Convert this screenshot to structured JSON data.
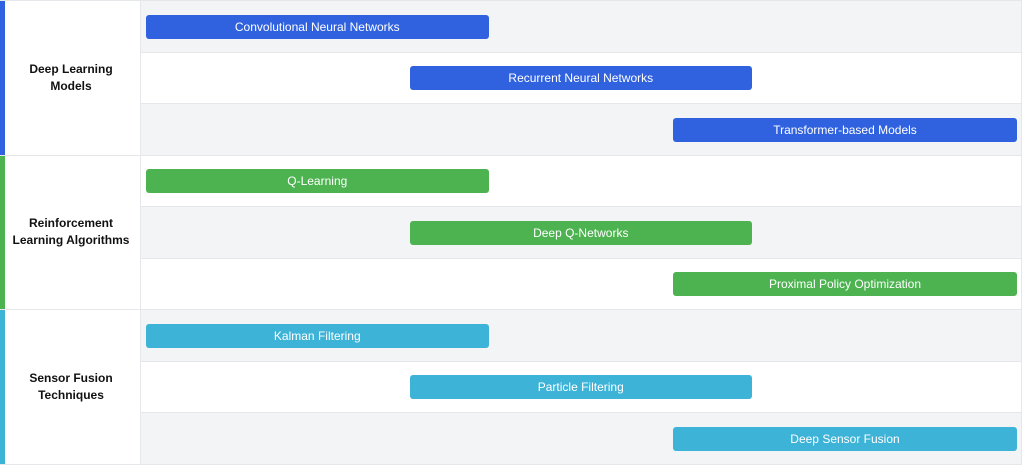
{
  "chart_data": {
    "type": "gantt",
    "x_range": [
      0,
      3
    ],
    "groups": [
      {
        "name": "Deep Learning Models",
        "color": "#3062e0",
        "tasks": [
          {
            "label": "Convolutional Neural Networks",
            "start": 0,
            "end": 1.3
          },
          {
            "label": "Recurrent Neural Networks",
            "start": 1,
            "end": 2.3
          },
          {
            "label": "Transformer-based Models",
            "start": 2,
            "end": 3
          }
        ]
      },
      {
        "name": "Reinforcement Learning Algorithms",
        "color": "#4db351",
        "tasks": [
          {
            "label": "Q-Learning",
            "start": 0,
            "end": 1.3
          },
          {
            "label": "Deep Q-Networks",
            "start": 1,
            "end": 2.3
          },
          {
            "label": "Proximal Policy Optimization",
            "start": 2,
            "end": 3
          }
        ]
      },
      {
        "name": "Sensor Fusion Techniques",
        "color": "#3db3d7",
        "tasks": [
          {
            "label": "Kalman Filtering",
            "start": 0,
            "end": 1.3
          },
          {
            "label": "Particle Filtering",
            "start": 1,
            "end": 2.3
          },
          {
            "label": "Deep Sensor Fusion",
            "start": 2,
            "end": 3
          }
        ]
      }
    ]
  }
}
